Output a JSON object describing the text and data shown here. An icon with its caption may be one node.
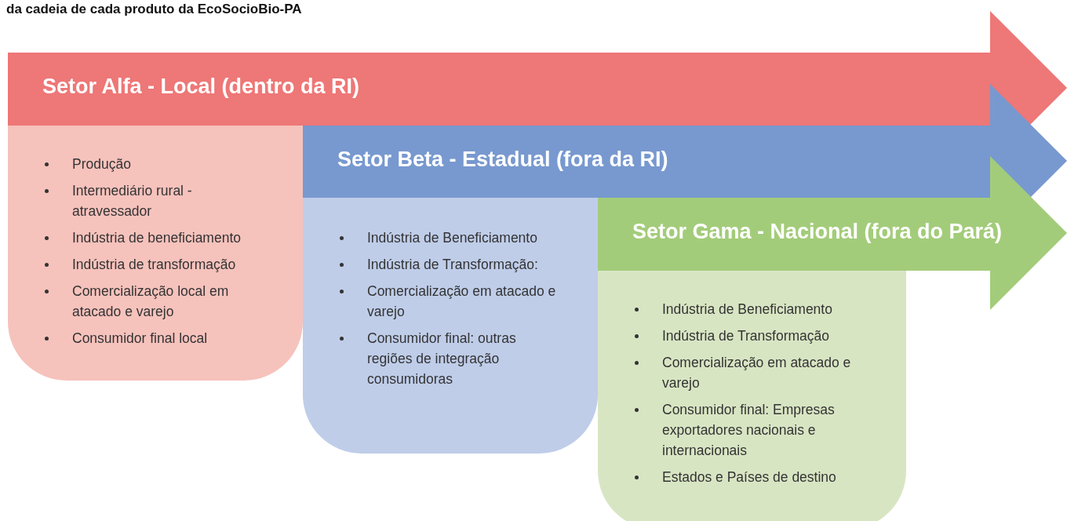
{
  "diagram": {
    "title": "da cadeia de cada produto da EcoSocioBio-PA",
    "nodes": [
      {
        "text": [
          "Setor Alfa - Local (dentro da RI)"
        ]
      },
      {
        "text": [
          "Produção",
          "Intermediário rural - atravessador",
          "Indústria de beneficiamento",
          "Indústria de transformação",
          "Comercialização local em atacado e varejo",
          "Consumidor final local"
        ]
      },
      {
        "text": [
          "Setor Beta - Estadual (fora da RI)"
        ]
      },
      {
        "text": [
          "Indústria de Beneficiamento",
          "Indústria de Transformação:",
          "Comercialização em atacado e varejo",
          "Consumidor final: outras regiões de integração consumidoras"
        ]
      },
      {
        "text": [
          "Setor Gama - Nacional (fora do Pará)"
        ]
      },
      {
        "text": [
          "Indústria de Beneficiamento",
          "Indústria de Transformação",
          "Comercialização em atacado e varejo",
          "Consumidor final: Empresas exportadores nacionais e internacionais",
          "Estados e Países de destino"
        ]
      }
    ]
  }
}
